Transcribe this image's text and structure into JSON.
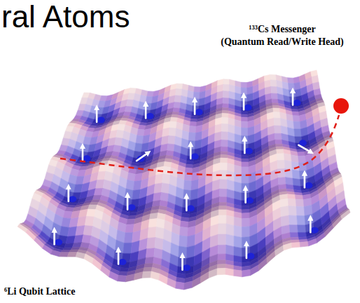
{
  "diagram": {
    "title": "ral Atoms",
    "labels": [
      "¹³³Cs Messenger",
      "(Quantum Read/Write Head)",
      "⁶Li Qubit Lattice"
    ]
  }
}
